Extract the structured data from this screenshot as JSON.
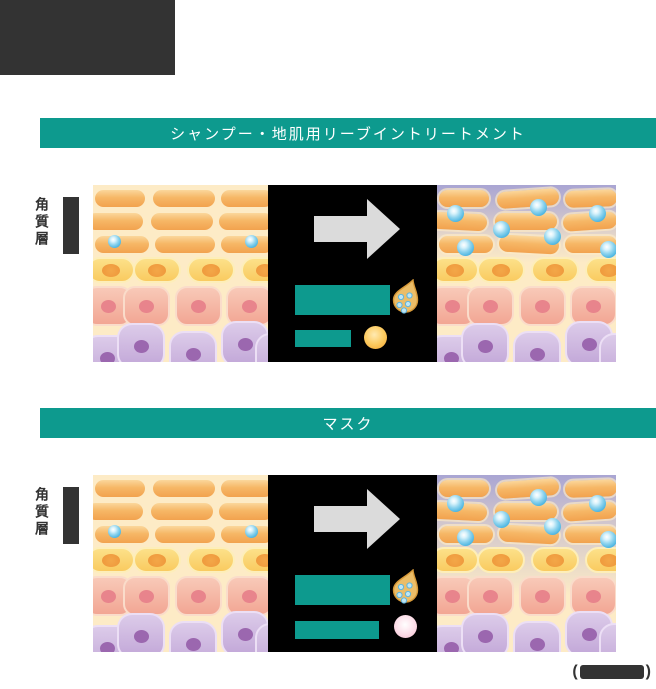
{
  "colors": {
    "teal": "#0d9a8e",
    "dark": "#333333",
    "panel_background": "#fdebc6",
    "treatment_layer": "#a9a5d3",
    "arrow_gray": "#dbdbdb",
    "moisture_blue": "#49b4e1"
  },
  "sections": [
    {
      "header": "シャンプー・地肌用リーブイントリートメント",
      "side_label": "角質層",
      "legend": [
        {
          "icon": "droplet-moisture-icon"
        },
        {
          "icon": "oil-ball-orange-icon"
        }
      ]
    },
    {
      "header": "マスク",
      "side_label": "角質層",
      "legend": [
        {
          "icon": "droplet-moisture-icon"
        },
        {
          "icon": "ball-pink-icon"
        }
      ]
    }
  ],
  "footer": {
    "open_paren": "(",
    "close_paren": ")"
  }
}
